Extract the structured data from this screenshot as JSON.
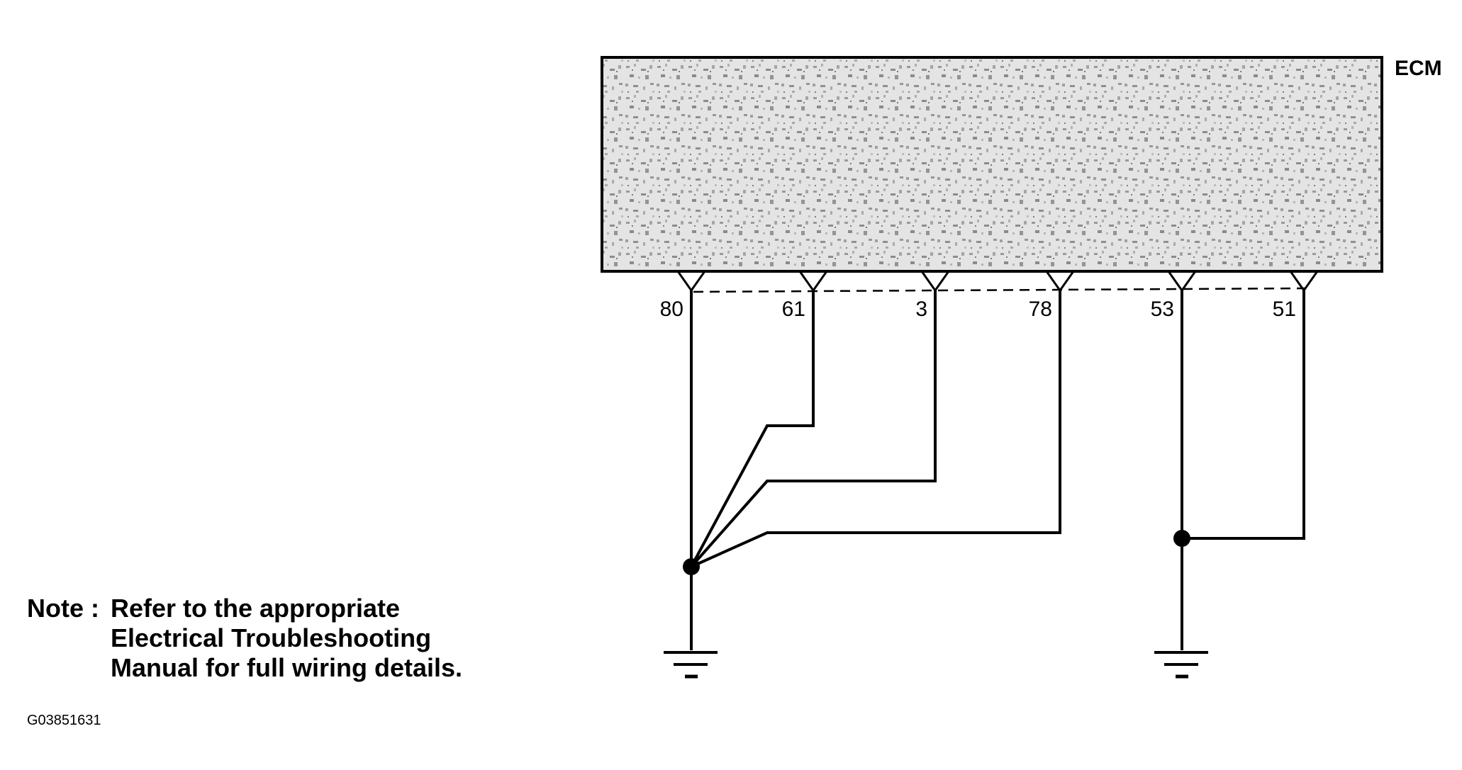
{
  "ecm": {
    "label": "ECM",
    "pins": [
      "80",
      "61",
      "3",
      "78",
      "53",
      "51"
    ]
  },
  "note": {
    "prefix": "Note :",
    "lines": [
      "Refer to the appropriate",
      "Electrical Troubleshooting",
      "Manual for full wiring details."
    ]
  },
  "figure_code": "G03851631",
  "colors": {
    "line": "#000000",
    "ecm_fill": "#c8c8c8"
  }
}
